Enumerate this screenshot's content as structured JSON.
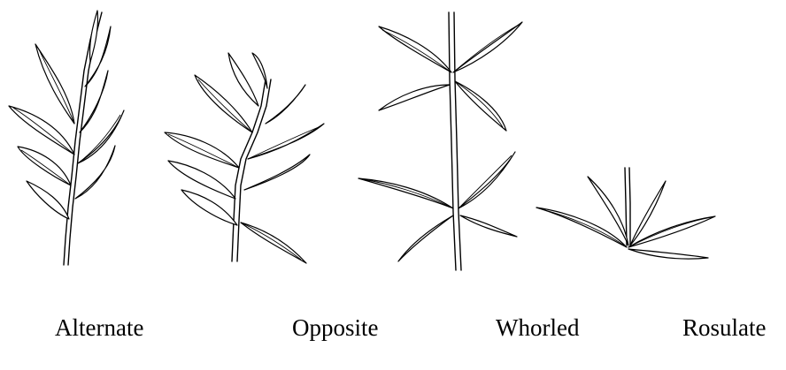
{
  "figure": {
    "captions": {
      "alternate": "Alternate",
      "opposite": "Opposite",
      "whorled": "Whorled",
      "rosulate": "Rosulate"
    }
  }
}
